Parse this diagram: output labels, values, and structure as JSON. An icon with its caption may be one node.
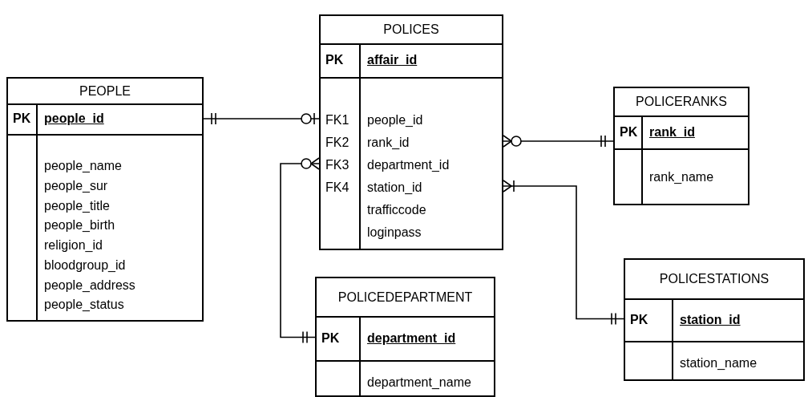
{
  "diagram": {
    "nodes": [
      {
        "text": [
          "PEOPLE",
          "PK",
          "people_id",
          "people_name",
          "people_sur",
          "people_title",
          "people_birth",
          "religion_id",
          "bloodgroup_id",
          "people_address",
          "people_status"
        ]
      },
      {
        "text": [
          "POLICES",
          "PK",
          "affair_id",
          "FK1",
          "FK2",
          "FK3",
          "FK4",
          "people_id",
          "rank_id",
          "department_id",
          "station_id",
          "trafficcode",
          "loginpass"
        ]
      },
      {
        "text": [
          "POLICERANKS",
          "PK",
          "rank_id",
          "rank_name"
        ]
      },
      {
        "text": [
          "POLICEDEPARTMENT",
          "PK",
          "department_id",
          "department_name"
        ]
      },
      {
        "text": [
          "POLICESTATIONS",
          "PK",
          "station_id",
          "station_name"
        ]
      }
    ],
    "edges": [
      {
        "from": 0,
        "to": 1,
        "arrow": "other"
      },
      {
        "from": 1,
        "to": 2,
        "arrow": "other"
      },
      {
        "from": 1,
        "to": 3,
        "arrow": "other"
      },
      {
        "from": 1,
        "to": 4,
        "arrow": "other"
      }
    ]
  }
}
